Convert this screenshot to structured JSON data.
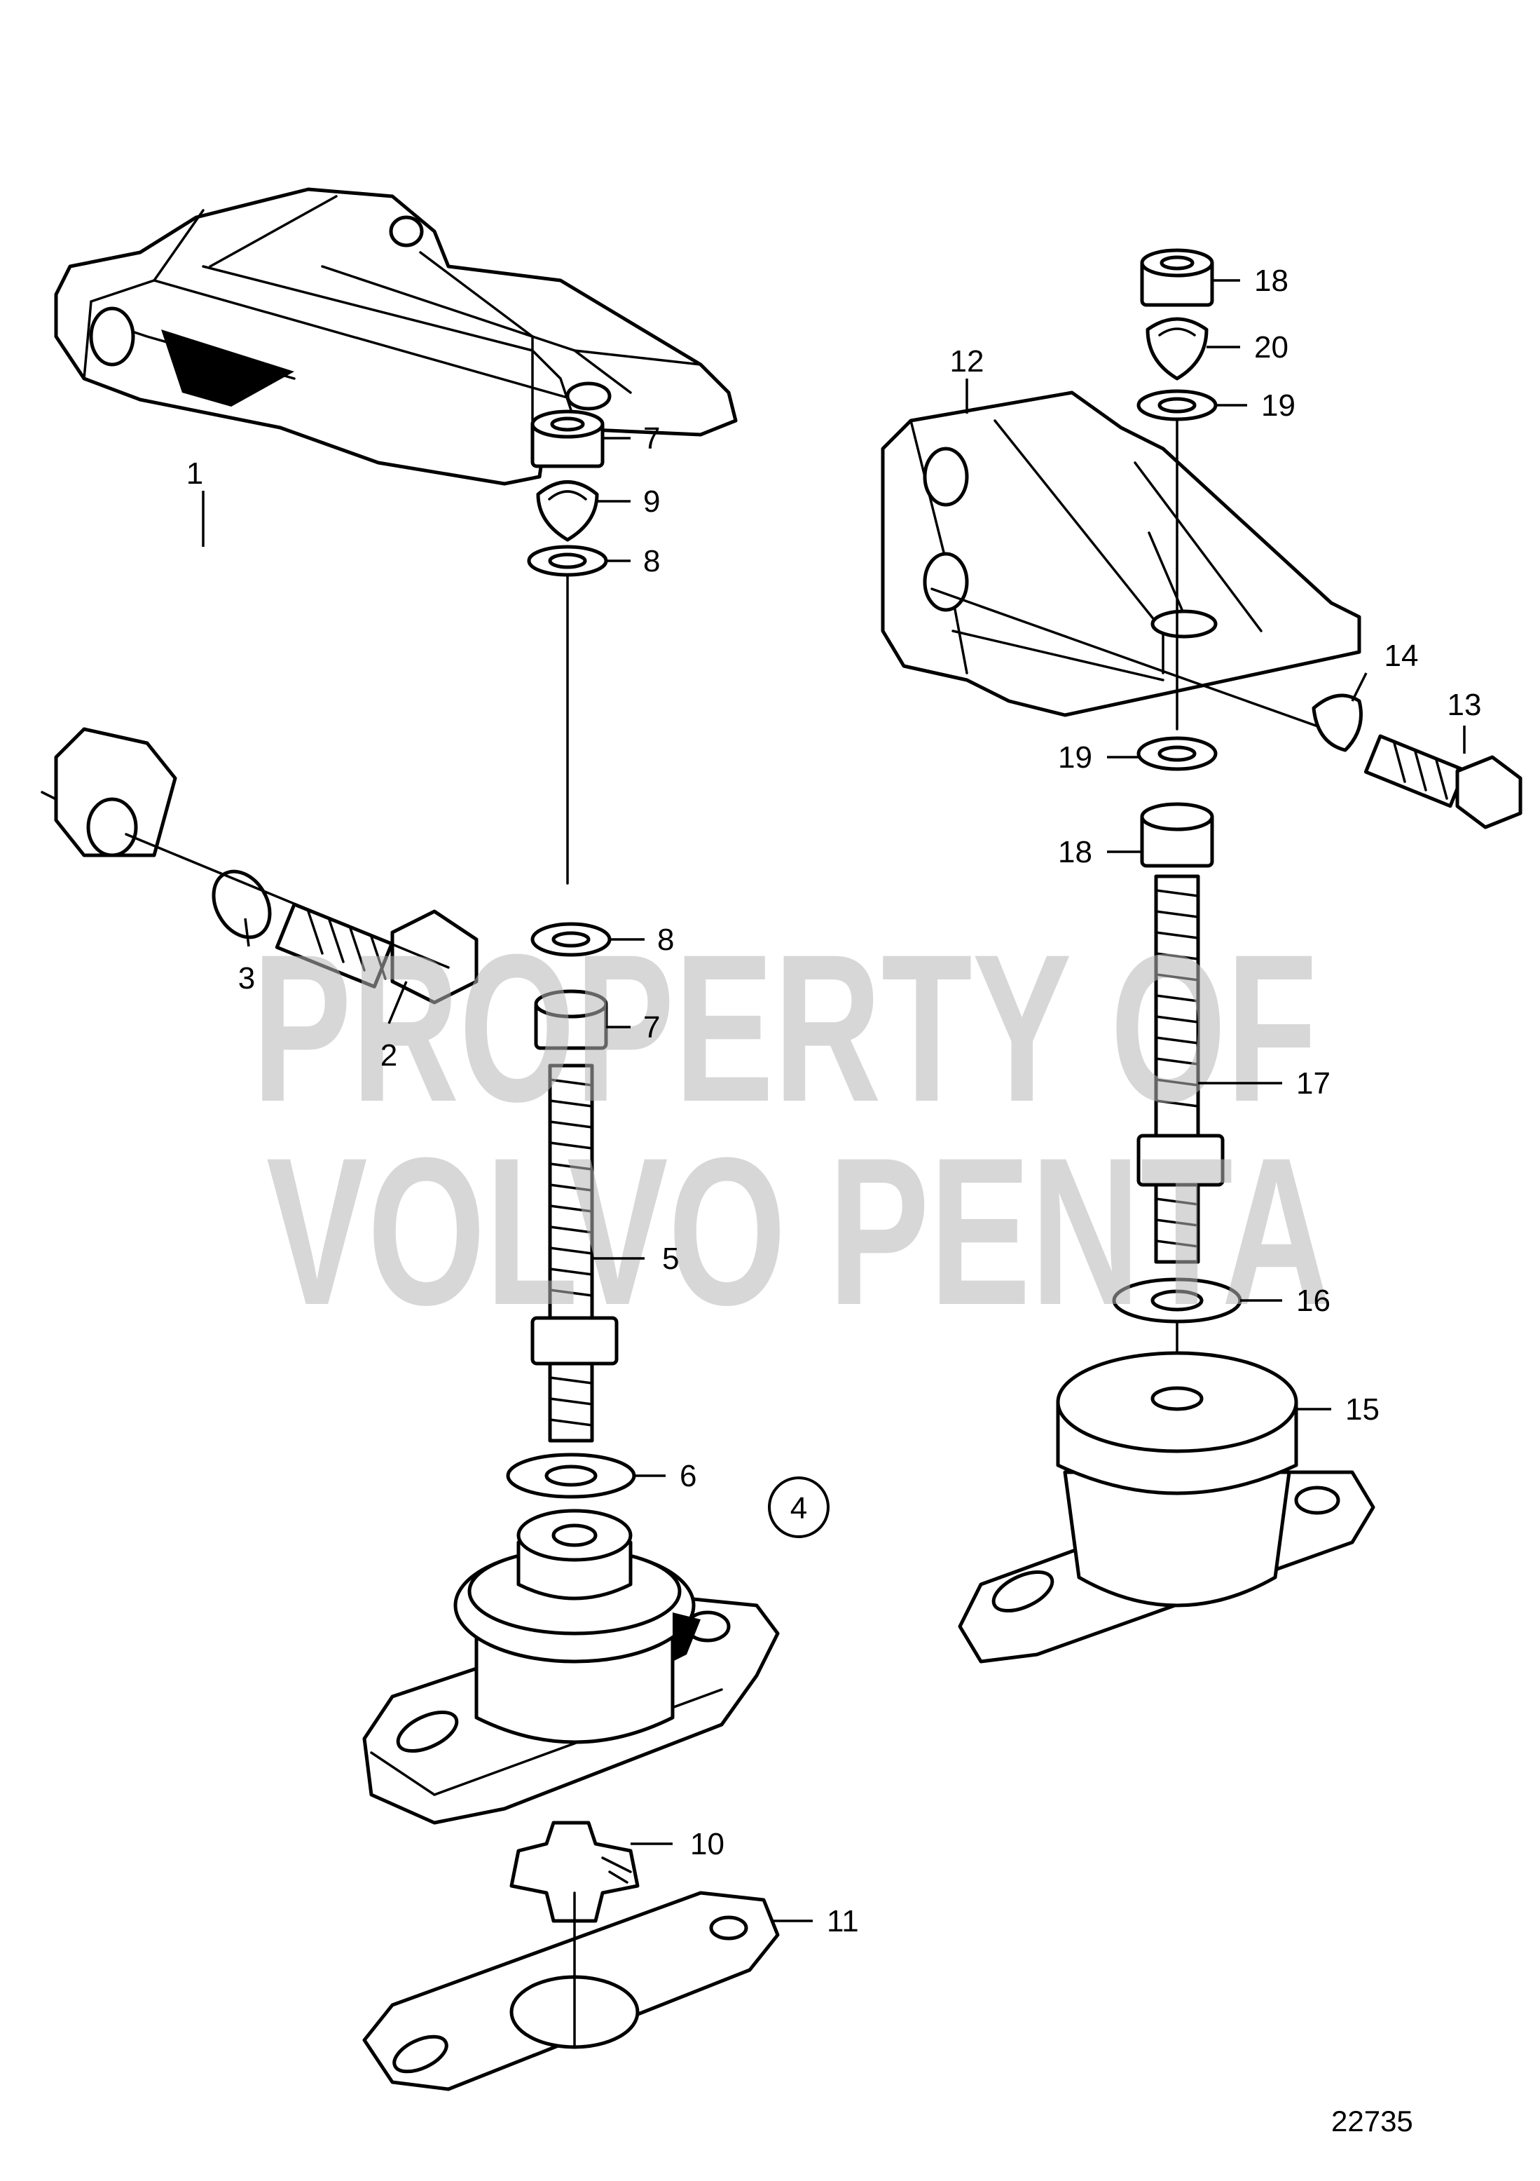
{
  "figure_number": "22735",
  "watermark": {
    "line1": "PROPERTY OF",
    "line2": "VOLVO PENTA"
  },
  "kit_marker": "4",
  "callouts": [
    "1",
    "2",
    "3",
    "5",
    "6",
    "7",
    "7",
    "8",
    "8",
    "9",
    "10",
    "11",
    "12",
    "13",
    "14",
    "15",
    "16",
    "17",
    "18",
    "18",
    "19",
    "19",
    "20"
  ]
}
